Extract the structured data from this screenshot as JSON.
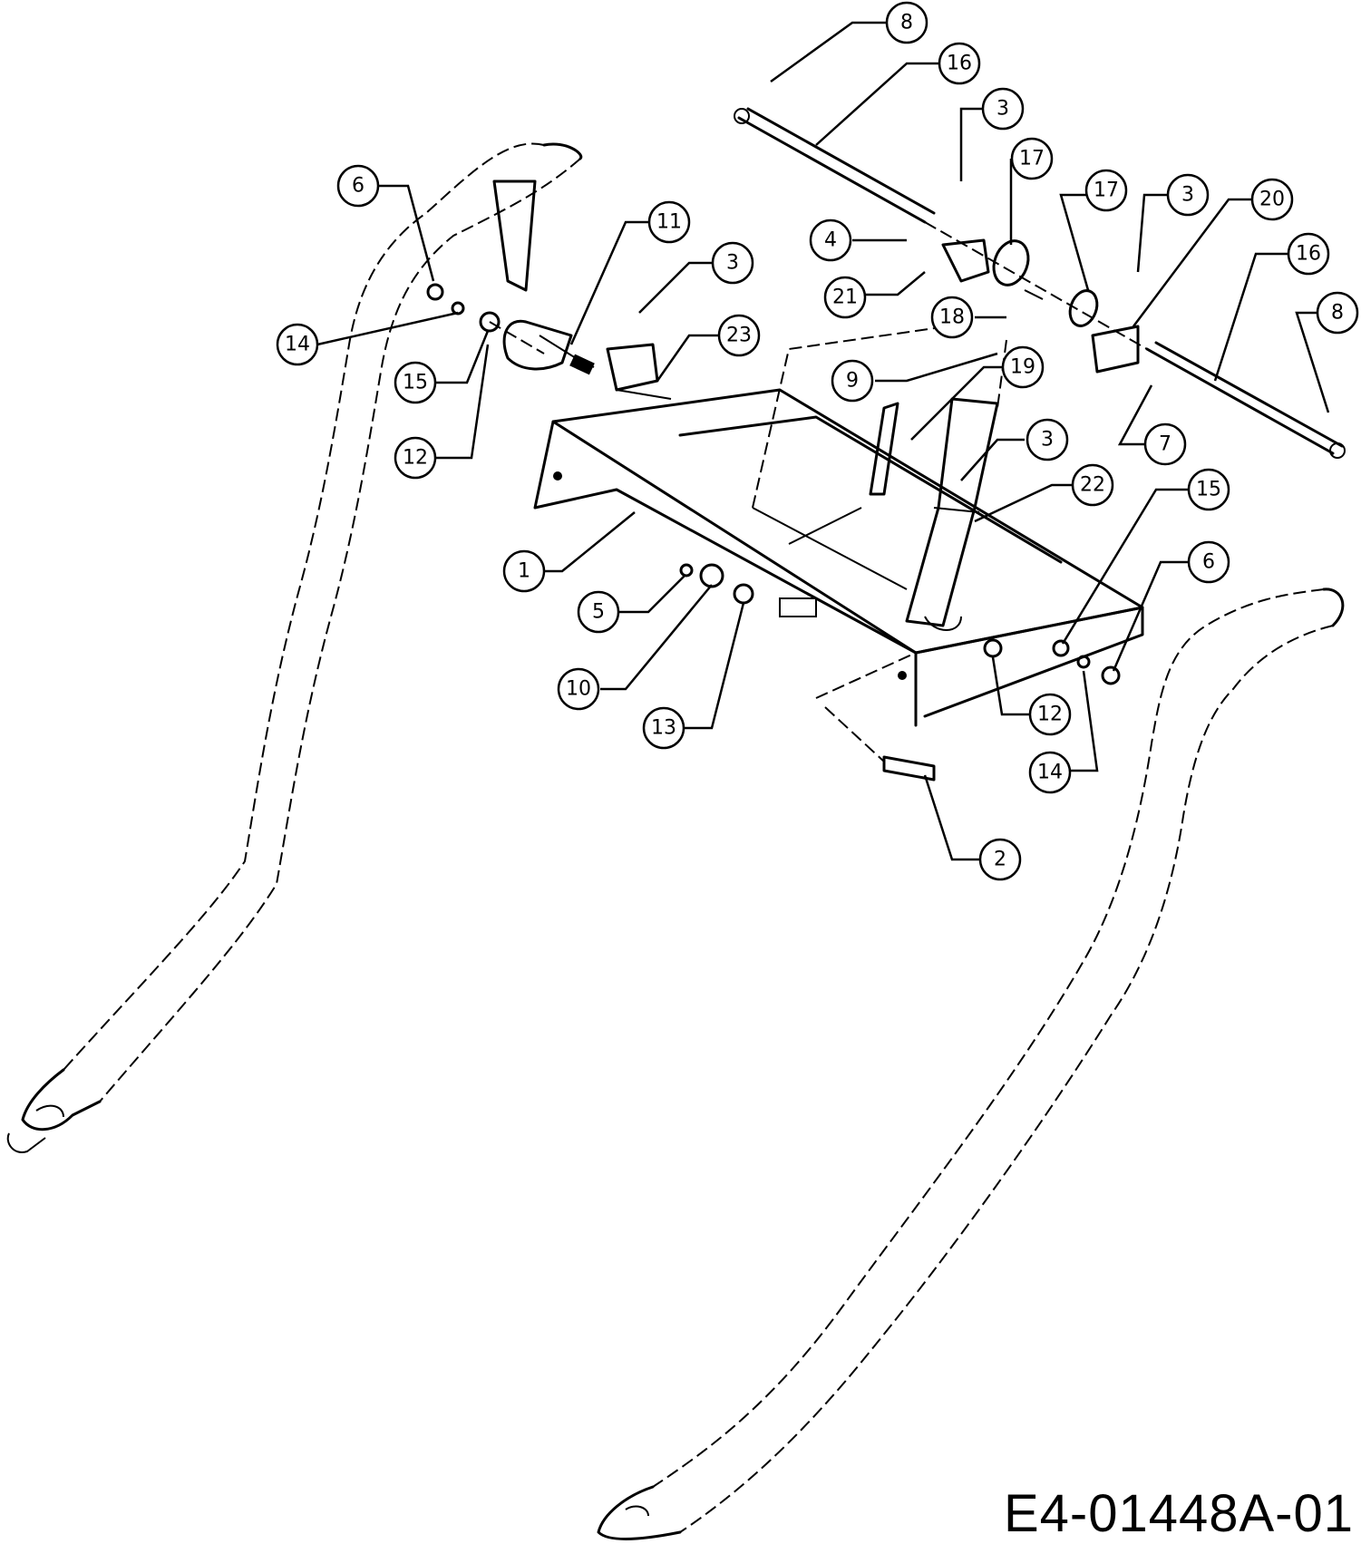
{
  "drawing_code": "E4-01448A-01",
  "callouts": [
    {
      "id": "c8a",
      "label": "8"
    },
    {
      "id": "c16a",
      "label": "16"
    },
    {
      "id": "c3a",
      "label": "3"
    },
    {
      "id": "c17a",
      "label": "17"
    },
    {
      "id": "c17b",
      "label": "17"
    },
    {
      "id": "c3b",
      "label": "3"
    },
    {
      "id": "c20",
      "label": "20"
    },
    {
      "id": "c16b",
      "label": "16"
    },
    {
      "id": "c8b",
      "label": "8"
    },
    {
      "id": "c6a",
      "label": "6"
    },
    {
      "id": "c11",
      "label": "11"
    },
    {
      "id": "c3c",
      "label": "3"
    },
    {
      "id": "c4",
      "label": "4"
    },
    {
      "id": "c21",
      "label": "21"
    },
    {
      "id": "c18",
      "label": "18"
    },
    {
      "id": "c23",
      "label": "23"
    },
    {
      "id": "c14a",
      "label": "14"
    },
    {
      "id": "c15a",
      "label": "15"
    },
    {
      "id": "c9",
      "label": "9"
    },
    {
      "id": "c19",
      "label": "19"
    },
    {
      "id": "c12a",
      "label": "12"
    },
    {
      "id": "c7",
      "label": "7"
    },
    {
      "id": "c3d",
      "label": "3"
    },
    {
      "id": "c22",
      "label": "22"
    },
    {
      "id": "c15b",
      "label": "15"
    },
    {
      "id": "c1",
      "label": "1"
    },
    {
      "id": "c6b",
      "label": "6"
    },
    {
      "id": "c5",
      "label": "5"
    },
    {
      "id": "c10",
      "label": "10"
    },
    {
      "id": "c12b",
      "label": "12"
    },
    {
      "id": "c13",
      "label": "13"
    },
    {
      "id": "c14b",
      "label": "14"
    },
    {
      "id": "c2",
      "label": "2"
    }
  ]
}
